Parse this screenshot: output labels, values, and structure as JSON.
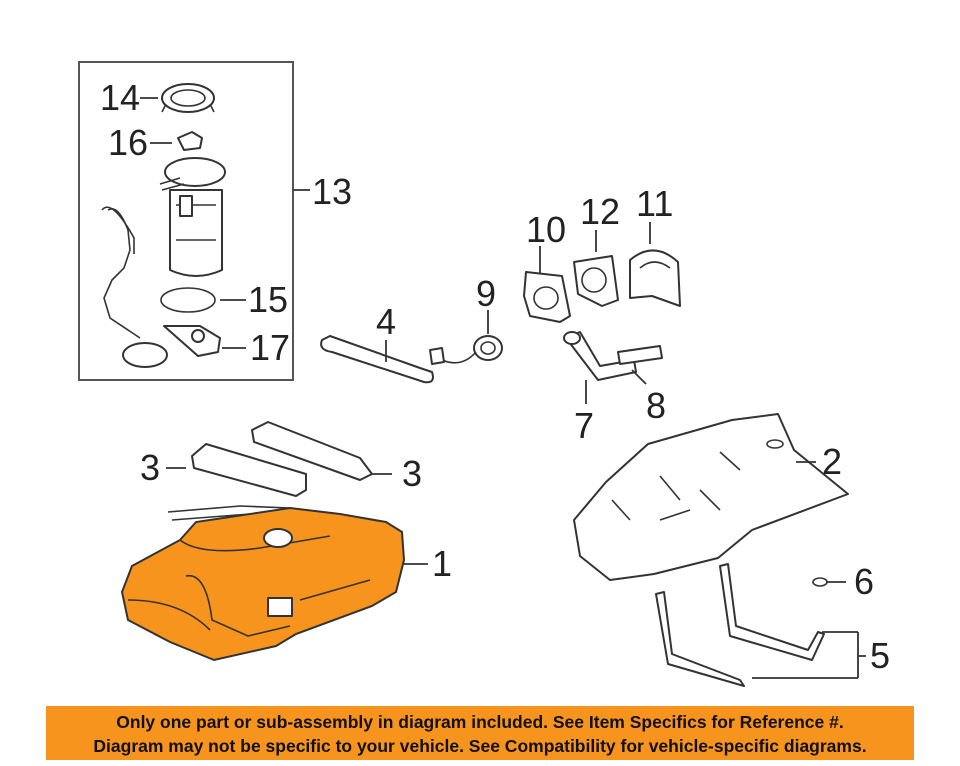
{
  "callouts": {
    "c1": "1",
    "c2": "2",
    "c3a": "3",
    "c3b": "3",
    "c4": "4",
    "c5": "5",
    "c6": "6",
    "c7": "7",
    "c8": "8",
    "c9": "9",
    "c10": "10",
    "c11": "11",
    "c12": "12",
    "c13": "13",
    "c14": "14",
    "c15": "15",
    "c16": "16",
    "c17": "17"
  },
  "disclaimer": {
    "line1": "Only one part or sub-assembly in diagram included. See Item Specifics for Reference #.",
    "line2": "Diagram may not be specific to your vehicle. See Compatibility for vehicle-specific diagrams."
  },
  "colors": {
    "highlight": "#F7941D",
    "linework": "#333333",
    "background": "#FFFFFF"
  }
}
